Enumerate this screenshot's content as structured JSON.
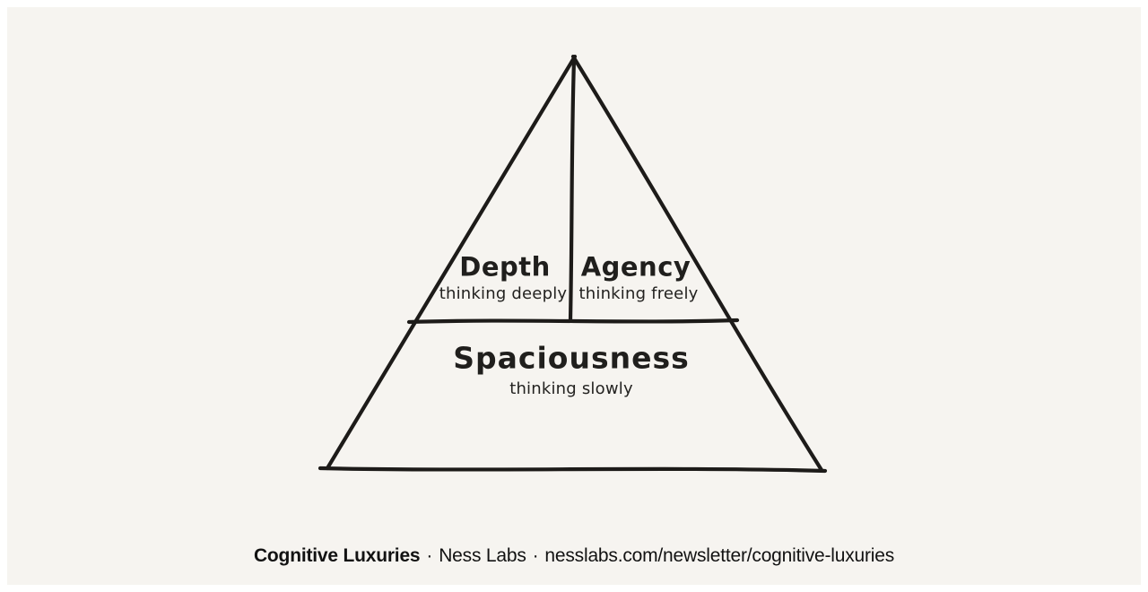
{
  "canvas": {
    "outer_background": "#ffffff",
    "panel_background": "#f6f4f0",
    "stroke_color": "#1d1b19",
    "text_color": "#201f1d"
  },
  "pyramid": {
    "sections": [
      {
        "id": "depth",
        "title": "Depth",
        "subtitle": "thinking deeply"
      },
      {
        "id": "agency",
        "title": "Agency",
        "subtitle": "thinking freely"
      },
      {
        "id": "spaciousness",
        "title": "Spaciousness",
        "subtitle": "thinking slowly"
      }
    ]
  },
  "caption": {
    "title": "Cognitive Luxuries",
    "separator": "·",
    "source": "Ness Labs",
    "url": "nesslabs.com/newsletter/cognitive-luxuries"
  }
}
